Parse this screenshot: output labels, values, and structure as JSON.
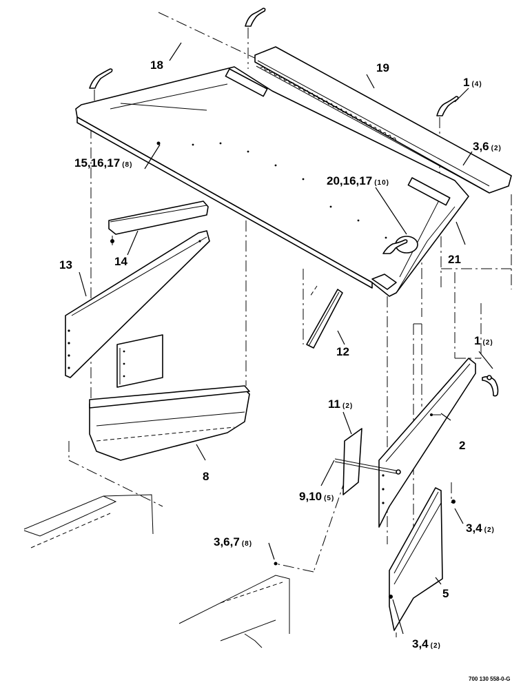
{
  "callouts": {
    "c1": {
      "ref": "1",
      "qty": "(4)"
    },
    "c1b": {
      "ref": "1",
      "qty": "(2)"
    },
    "c2": {
      "ref": "2"
    },
    "c3_4a": {
      "ref": "3,4",
      "qty": "(2)"
    },
    "c3_4b": {
      "ref": "3,4",
      "qty": "(2)"
    },
    "c3_6": {
      "ref": "3,6",
      "qty": "(2)"
    },
    "c3_6_7": {
      "ref": "3,6,7",
      "qty": "(8)"
    },
    "c5": {
      "ref": "5"
    },
    "c8": {
      "ref": "8"
    },
    "c9_10": {
      "ref": "9,10",
      "qty": "(5)"
    },
    "c11": {
      "ref": "11",
      "qty": "(2)"
    },
    "c12": {
      "ref": "12"
    },
    "c13": {
      "ref": "13"
    },
    "c14": {
      "ref": "14"
    },
    "c15_16_17": {
      "ref": "15,16,17",
      "qty": "(8)"
    },
    "c18": {
      "ref": "18"
    },
    "c19": {
      "ref": "19"
    },
    "c20_16_17": {
      "ref": "20,16,17",
      "qty": "(10)"
    },
    "c21": {
      "ref": "21"
    }
  },
  "drawing_number": "700 130 558-0-G"
}
